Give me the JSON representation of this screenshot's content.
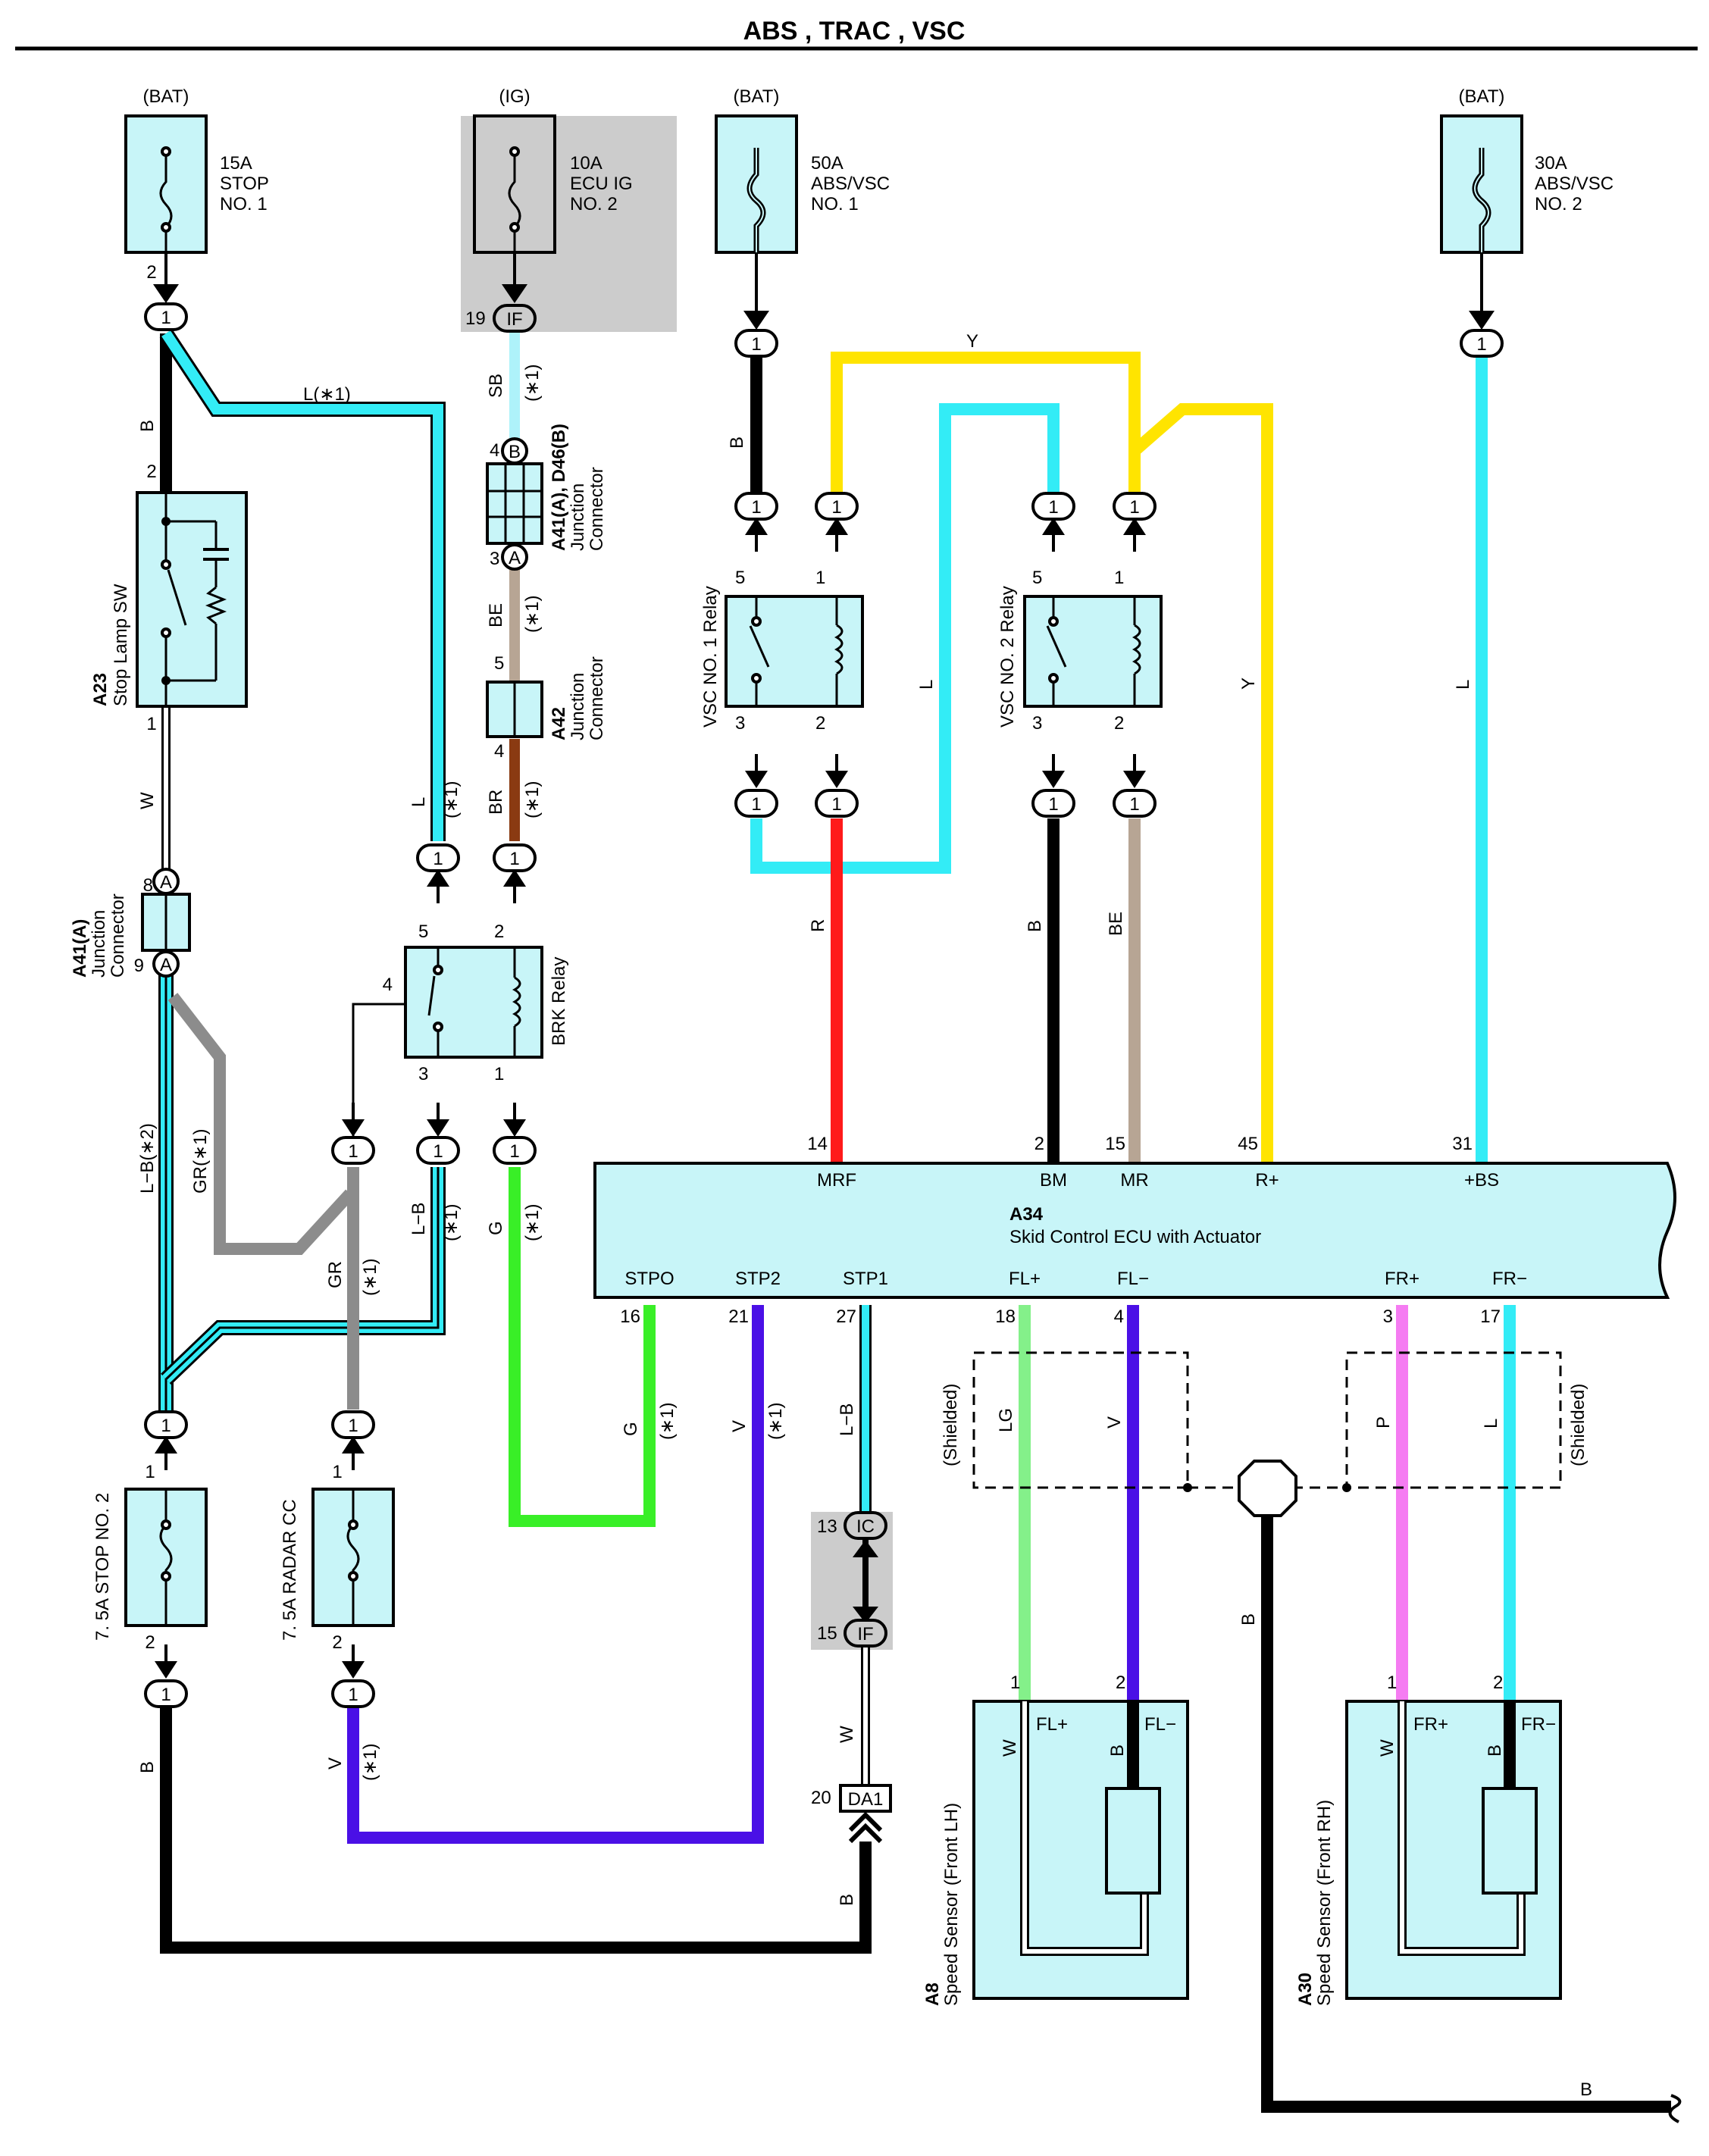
{
  "title": "ABS , TRAC , VSC",
  "fuses": [
    {
      "id": "fuse-stop-no1",
      "source": "(BAT)",
      "rating": "15A",
      "name1": "STOP",
      "name2": "NO. 1"
    },
    {
      "id": "fuse-ecu-ig-no2",
      "source": "(IG)",
      "rating": "10A",
      "name1": "ECU IG",
      "name2": "NO. 2"
    },
    {
      "id": "fuse-abs-vsc-no1",
      "source": "(BAT)",
      "rating": "50A",
      "name1": "ABS/VSC",
      "name2": "NO. 1"
    },
    {
      "id": "fuse-abs-vsc-no2",
      "source": "(BAT)",
      "rating": "30A",
      "name1": "ABS/VSC",
      "name2": "NO. 2"
    },
    {
      "id": "fuse-stop-no2",
      "label": "7. 5A STOP NO. 2"
    },
    {
      "id": "fuse-radar-cc",
      "label": "7. 5A RADAR CC"
    }
  ],
  "components": {
    "a23": {
      "code": "A23",
      "name": "Stop Lamp SW"
    },
    "a41a": {
      "code": "A41(A)",
      "name1": "Junction",
      "name2": "Connector"
    },
    "a41_d46": {
      "code": "A41(A), D46(B)",
      "name1": "Junction",
      "name2": "Connector"
    },
    "a42": {
      "code": "A42",
      "name1": "Junction",
      "name2": "Connector"
    },
    "brk": {
      "name": "BRK Relay"
    },
    "vsc1": {
      "name": "VSC NO. 1 Relay"
    },
    "vsc2": {
      "name": "VSC NO. 2 Relay"
    },
    "a34": {
      "code": "A34",
      "name": "Skid Control ECU with Actuator"
    },
    "a8": {
      "code": "A8",
      "name": "Speed Sensor (Front LH)"
    },
    "a30": {
      "code": "A30",
      "name": "Speed Sensor (Front RH)"
    }
  },
  "ecu_pins_top": [
    {
      "num": "14",
      "name": "MRF"
    },
    {
      "num": "2",
      "name": "BM"
    },
    {
      "num": "15",
      "name": "MR"
    },
    {
      "num": "45",
      "name": "R+"
    },
    {
      "num": "31",
      "name": "+BS"
    }
  ],
  "ecu_pins_bottom": [
    {
      "num": "16",
      "name": "STPO"
    },
    {
      "num": "21",
      "name": "STP2"
    },
    {
      "num": "27",
      "name": "STP1"
    },
    {
      "num": "18",
      "name": "FL+"
    },
    {
      "num": "4",
      "name": "FL−"
    },
    {
      "num": "3",
      "name": "FR+"
    },
    {
      "num": "17",
      "name": "FR−"
    }
  ],
  "connectors": {
    "one": "1",
    "if": "IF",
    "ic": "IC",
    "a": "A",
    "b": "B",
    "da1": "DA1",
    "n19": "19",
    "n13": "13",
    "n15": "15",
    "n20": "20"
  },
  "wire_labels": {
    "b": "B",
    "w": "W",
    "l1": "L(∗1)",
    "l": "L",
    "sb": "SB",
    "be": "BE",
    "br": "BR",
    "r": "R",
    "y": "Y",
    "g": "G",
    "gr": "GR",
    "gr1": "GR(∗1)",
    "lb": "L−B",
    "lb2": "L−B(∗2)",
    "v": "V",
    "lg": "LG",
    "p": "P",
    "star1": "(∗1)",
    "shielded": "(Shielded)"
  },
  "pin_numbers": {
    "n1": "1",
    "n2": "2",
    "n3": "3",
    "n4": "4",
    "n5": "5",
    "n9": "9",
    "n8": "8"
  },
  "sensor_pins": {
    "fl_plus": "FL+",
    "fl_minus": "FL−",
    "fr_plus": "FR+",
    "fr_minus": "FR−"
  },
  "colors": {
    "B": "#000000",
    "L": "#33ecf6",
    "Y": "#ffe400",
    "R": "#ff1a1a",
    "BE": "#b7a594",
    "BR": "#8a3a12",
    "SB": "#aef2fa",
    "G": "#39ef27",
    "GR": "#8c8c8c",
    "V": "#4a10e6",
    "LG": "#84f08a",
    "P": "#f57cf2",
    "W": "#ffffff",
    "component": "#c8f5f8",
    "shade": "#cccccc"
  }
}
